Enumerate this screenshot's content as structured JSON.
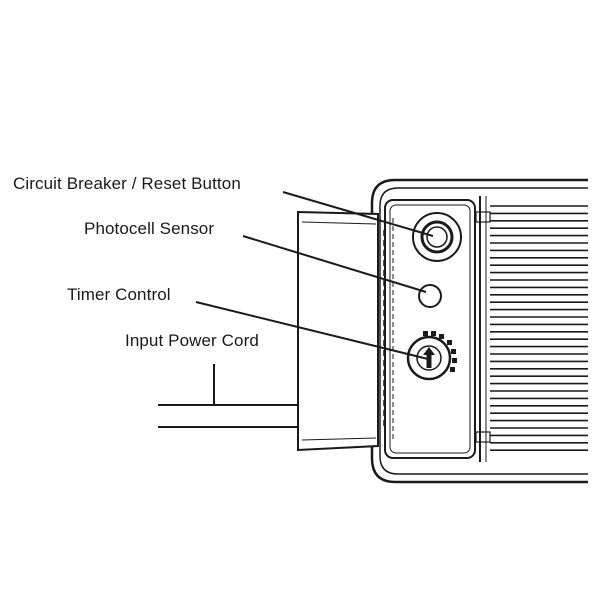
{
  "callouts": {
    "circuit_breaker": "Circuit Breaker / Reset Button",
    "photocell": "Photocell Sensor",
    "timer": "Timer Control",
    "power_cord": "Input Power Cord"
  },
  "colors": {
    "line": "#1a1a1a",
    "background": "#ffffff"
  }
}
